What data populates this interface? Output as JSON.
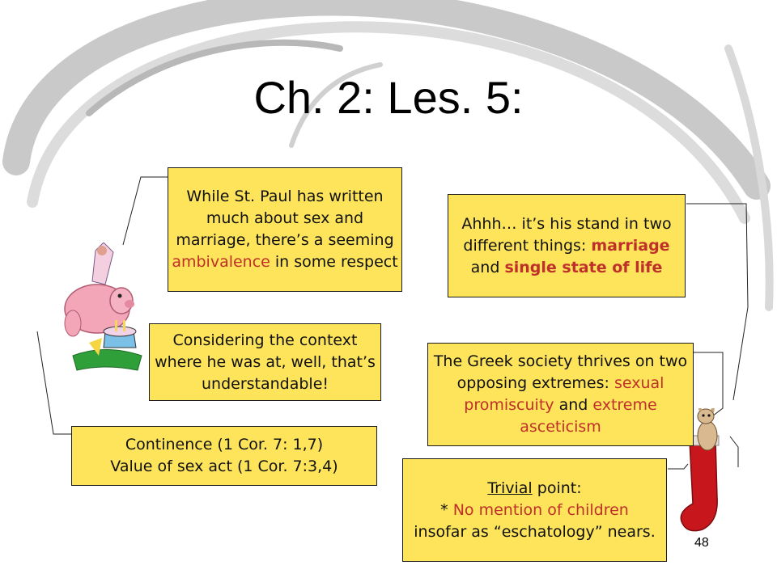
{
  "slide": {
    "title": "Ch. 2: Les. 5:",
    "page_number": "48",
    "colors": {
      "box_fill": "#fde45a",
      "highlight": "#c0302a"
    },
    "box1": {
      "pre": "While St. Paul has written much about sex and marriage, there’s a seeming ",
      "highlight": "ambivalence",
      "post": " in some respect"
    },
    "box2": {
      "text": "Considering the context where he was at, well, that’s understandable!"
    },
    "box3": {
      "line1": "Continence (1 Cor. 7: 1,7)",
      "line2": "Value of sex act (1 Cor. 7:3,4)"
    },
    "box4": {
      "pre": "Ahhh… it’s his stand in two different things: ",
      "h1": "marriage",
      "mid": " and ",
      "h2": "single state of life"
    },
    "box5": {
      "pre": "The Greek society thrives on two opposing extremes: ",
      "h1": "sexual promiscuity",
      "mid": " and ",
      "h2": "extreme asceticism"
    },
    "box6": {
      "underlined": "Trivial",
      "after_underline": " point:",
      "star": "* ",
      "red": "No mention of children",
      "rest": "insofar as “eschatology” nears."
    },
    "icons": [
      "pig-with-cake-clipart",
      "dog-in-stocking-clipart"
    ]
  }
}
